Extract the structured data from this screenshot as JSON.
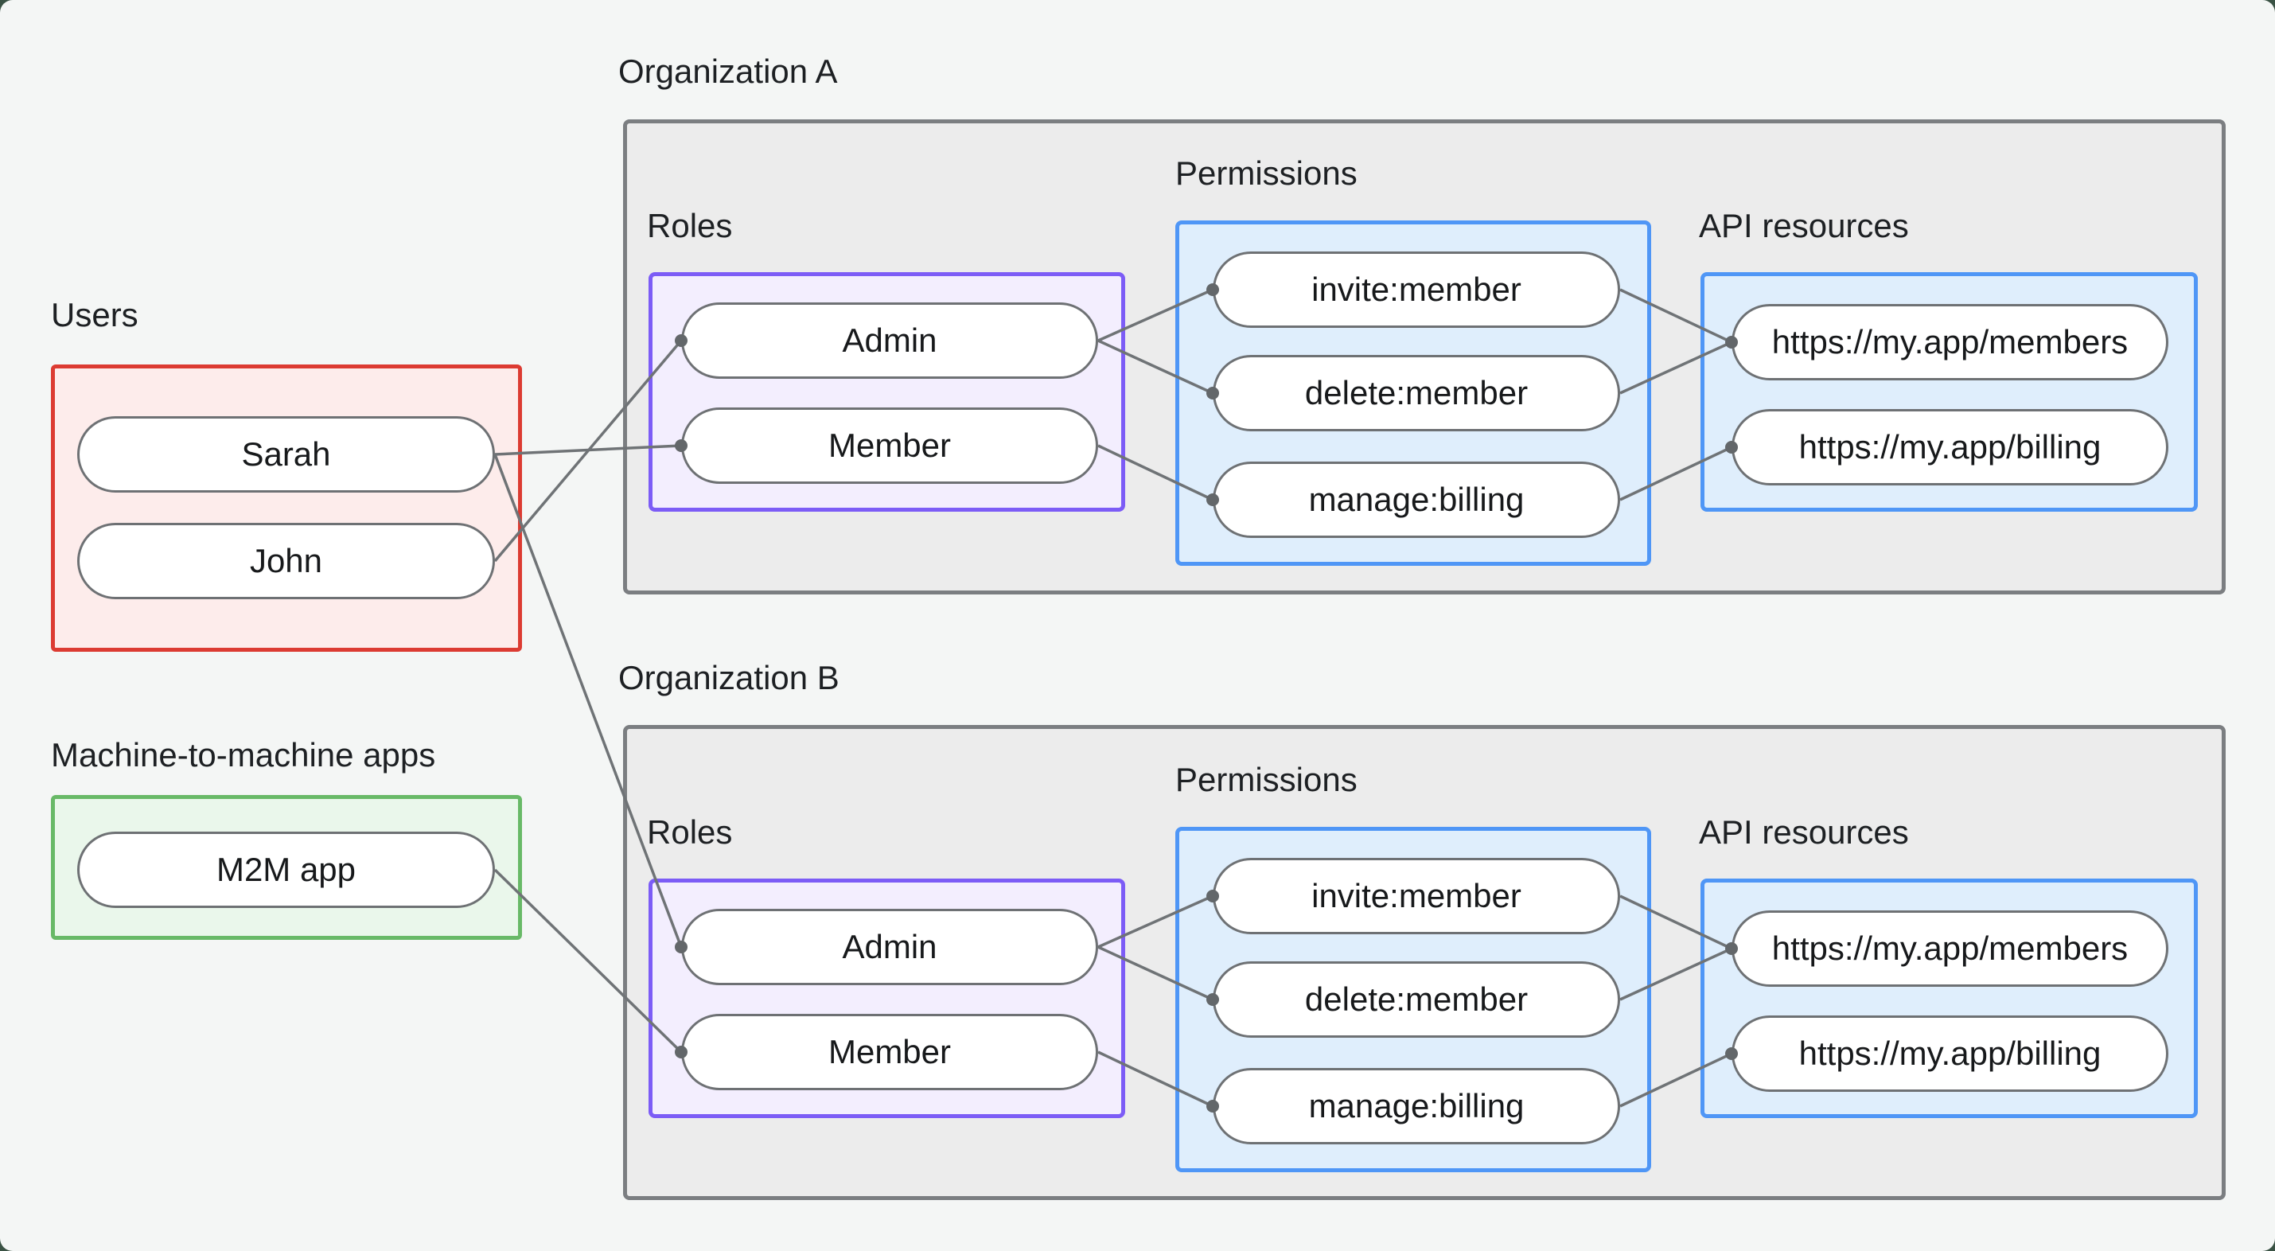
{
  "page": {
    "background": "#f4f6f5",
    "backdrop": "#3a5244",
    "text_color": "#1d2023",
    "edge_color": "#6f7376",
    "edge_dot_color": "#63676a"
  },
  "users_section": {
    "label": "Users",
    "box_border": "#dc3b32",
    "box_fill": "#fdeceb",
    "nodes": [
      "Sarah",
      "John"
    ]
  },
  "m2m_section": {
    "label": "Machine-to-machine apps",
    "box_border": "#68b967",
    "box_fill": "#eaf7eb",
    "nodes": [
      "M2M app"
    ]
  },
  "organizations": [
    {
      "title": "Organization A",
      "roles_label": "Roles",
      "permissions_label": "Permissions",
      "api_resources_label": "API resources",
      "roles_box_border": "#7c5cf6",
      "roles_box_fill": "#f3eefe",
      "permissions_box_border": "#4f96f6",
      "permissions_box_fill": "#dfeefc",
      "roles": [
        "Admin",
        "Member"
      ],
      "permissions": [
        "invite:member",
        "delete:member",
        "manage:billing"
      ],
      "api_resources": [
        "https://my.app/members",
        "https://my.app/billing"
      ]
    },
    {
      "title": "Organization B",
      "roles_label": "Roles",
      "permissions_label": "Permissions",
      "api_resources_label": "API resources",
      "roles_box_border": "#7c5cf6",
      "roles_box_fill": "#f3eefe",
      "permissions_box_border": "#4f96f6",
      "permissions_box_fill": "#dfeefc",
      "roles": [
        "Admin",
        "Member"
      ],
      "permissions": [
        "invite:member",
        "delete:member",
        "manage:billing"
      ],
      "api_resources": [
        "https://my.app/members",
        "https://my.app/billing"
      ]
    }
  ],
  "edges": [
    {
      "from": "Sarah",
      "to": "Organization A / Member"
    },
    {
      "from": "John",
      "to": "Organization A / Admin"
    },
    {
      "from": "Sarah",
      "to": "Organization B / Admin"
    },
    {
      "from": "M2M app",
      "to": "Organization B / Member"
    },
    {
      "from": "Organization A / Admin",
      "to": "Organization A / invite:member"
    },
    {
      "from": "Organization A / Admin",
      "to": "Organization A / delete:member"
    },
    {
      "from": "Organization A / Member",
      "to": "Organization A / manage:billing"
    },
    {
      "from": "Organization A / invite:member",
      "to": "Organization A / https://my.app/members"
    },
    {
      "from": "Organization A / delete:member",
      "to": "Organization A / https://my.app/members"
    },
    {
      "from": "Organization A / manage:billing",
      "to": "Organization A / https://my.app/billing"
    },
    {
      "from": "Organization B / Admin",
      "to": "Organization B / invite:member"
    },
    {
      "from": "Organization B / Admin",
      "to": "Organization B / delete:member"
    },
    {
      "from": "Organization B / Member",
      "to": "Organization B / manage:billing"
    },
    {
      "from": "Organization B / invite:member",
      "to": "Organization B / https://my.app/members"
    },
    {
      "from": "Organization B / delete:member",
      "to": "Organization B / https://my.app/members"
    },
    {
      "from": "Organization B / manage:billing",
      "to": "Organization B / https://my.app/billing"
    }
  ]
}
